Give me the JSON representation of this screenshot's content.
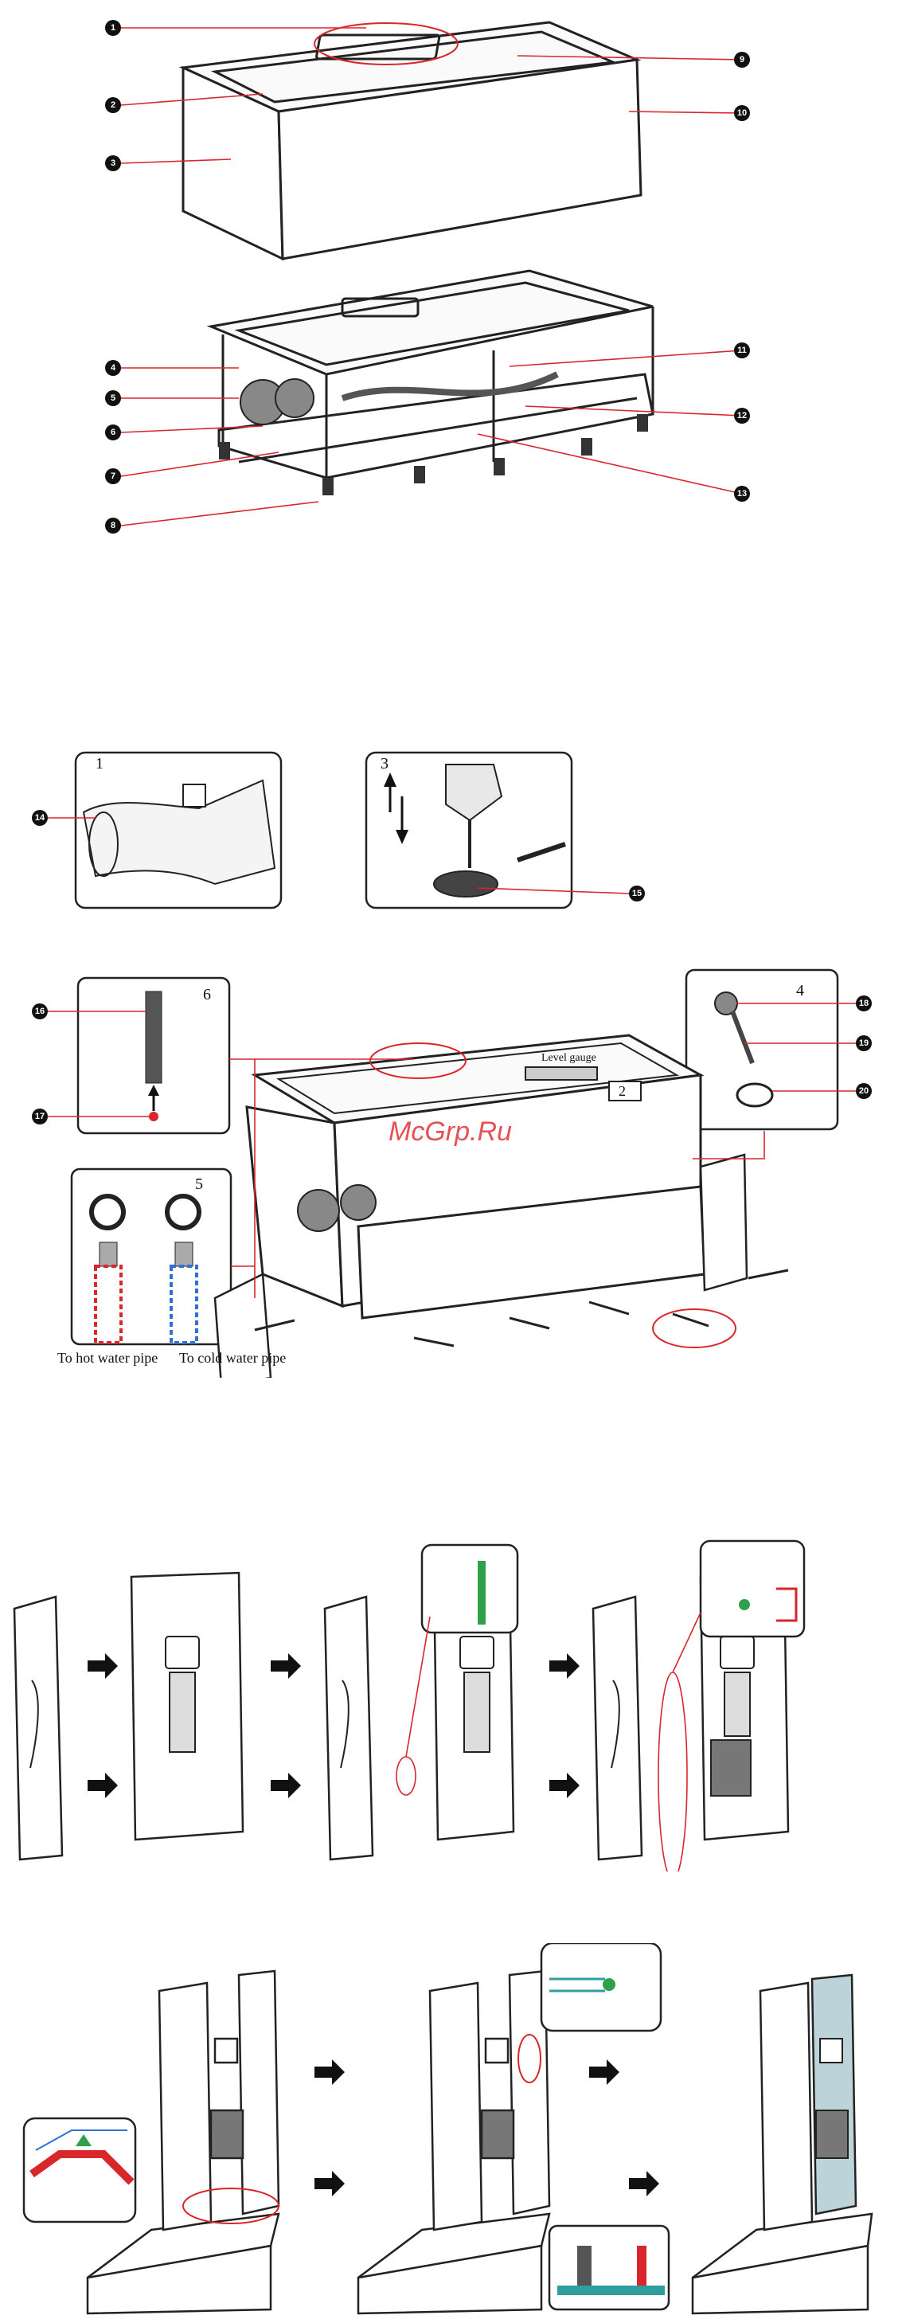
{
  "fig1": {
    "callouts_left": [
      "1",
      "2",
      "3",
      "4",
      "5",
      "6",
      "7",
      "8"
    ],
    "callouts_right": [
      "9",
      "10",
      "11",
      "12",
      "13"
    ]
  },
  "fig2": {
    "panel1_label": "1",
    "panel3_label": "3",
    "callout_left": "14",
    "callout_right": "15"
  },
  "fig3": {
    "panel6_label": "6",
    "panel5_label": "5",
    "panel4_label": "4",
    "panel2_label": "2",
    "level_gauge": "Level gauge",
    "hot_pipe": "To hot water pipe",
    "cold_pipe": "To cold water pipe",
    "watermark": "McGrp.Ru"
  },
  "colors": {
    "callout_line": "#d8262b",
    "hot_pipe": "#d8262b",
    "cold_pipe": "#2f6fd6",
    "step_arrow": "#111111"
  }
}
